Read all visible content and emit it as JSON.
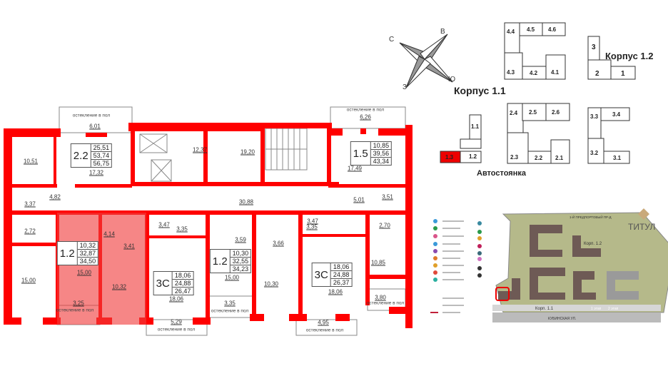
{
  "plan": {
    "glazing_label": "остекление в пол",
    "apartments": [
      {
        "type": "2.2",
        "values": [
          "25,51",
          "53,74",
          "56,75"
        ]
      },
      {
        "type": "1.5",
        "values": [
          "10,85",
          "39,56",
          "43,34"
        ]
      },
      {
        "type": "1.2",
        "values": [
          "10,32",
          "32,87",
          "34,50"
        ],
        "highlighted": true
      },
      {
        "type": "3С",
        "values": [
          "18,06",
          "24,88",
          "26,47"
        ]
      },
      {
        "type": "1.2",
        "values": [
          "10,30",
          "32,55",
          "34,23"
        ]
      },
      {
        "type": "3С",
        "values": [
          "18,06",
          "24,88",
          "26,37"
        ]
      }
    ],
    "rooms": [
      "6,01",
      "10,51",
      "17,32",
      "12,37",
      "19,20",
      "6,26",
      "17,49",
      "4,82",
      "30,88",
      "5,01",
      "3,37",
      "3,51",
      "2,72",
      "2,70",
      "4,14",
      "3,41",
      "3,47",
      "3,35",
      "3,59",
      "3,66",
      "3,47",
      "3,35",
      "15,00",
      "15,00",
      "10,32",
      "3,25",
      "18,06",
      "5,29",
      "15,00",
      "10,30",
      "3,35",
      "18,06",
      "4,95",
      "10,85",
      "3,80"
    ],
    "highlight_color": "#f03c3c",
    "wall_color": "#ff0000"
  },
  "compass": {
    "n": "С",
    "e": "В",
    "s": "Ю",
    "w": "З"
  },
  "keyplan": {
    "korpus_11": "Корпус 1.1",
    "korpus_12": "Корпус 1.2",
    "parking": "Автостоянка",
    "sections": [
      "4.4",
      "4.5",
      "4.6",
      "4.3",
      "4.2",
      "4.1",
      "3",
      "2",
      "1",
      "2.4",
      "2.5",
      "2.6",
      "2.3",
      "2.2",
      "2.1",
      "3.3",
      "3.4",
      "3.2",
      "3.1",
      "1.1",
      "1.2",
      "1.3"
    ],
    "selected_section": "1.3"
  },
  "siteplan": {
    "brand": "ТИТУЛ",
    "street": "КУБИНСКАЯ УЛ.",
    "road": "1-Й ПРЕДПОРТОВЫЙ ПР-Д",
    "korp11": "Корп. 1.1",
    "korp12": "Корп. 1.2",
    "stage1": "1 этап",
    "stage2": "2 этап"
  }
}
